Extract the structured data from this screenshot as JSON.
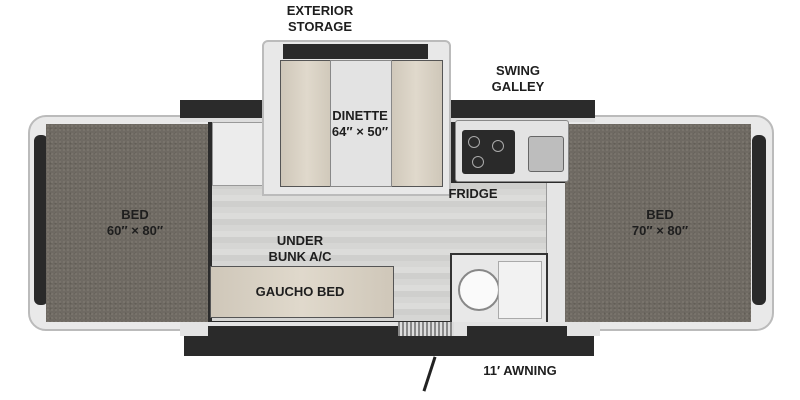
{
  "labels": {
    "exterior_storage": [
      "EXTERIOR",
      "STORAGE"
    ],
    "swing_galley": [
      "SWING",
      "GALLEY"
    ],
    "dinette": [
      "DINETTE",
      "64″ × 50″"
    ],
    "fridge": "FRIDGE",
    "bed_left": [
      "BED",
      "60″ × 80″"
    ],
    "bed_right": [
      "BED",
      "70″ × 80″"
    ],
    "under_bunk_ac": [
      "UNDER",
      "BUNK A/C"
    ],
    "gaucho_bed": "GAUCHO BED",
    "awning": "11′ AWNING"
  }
}
